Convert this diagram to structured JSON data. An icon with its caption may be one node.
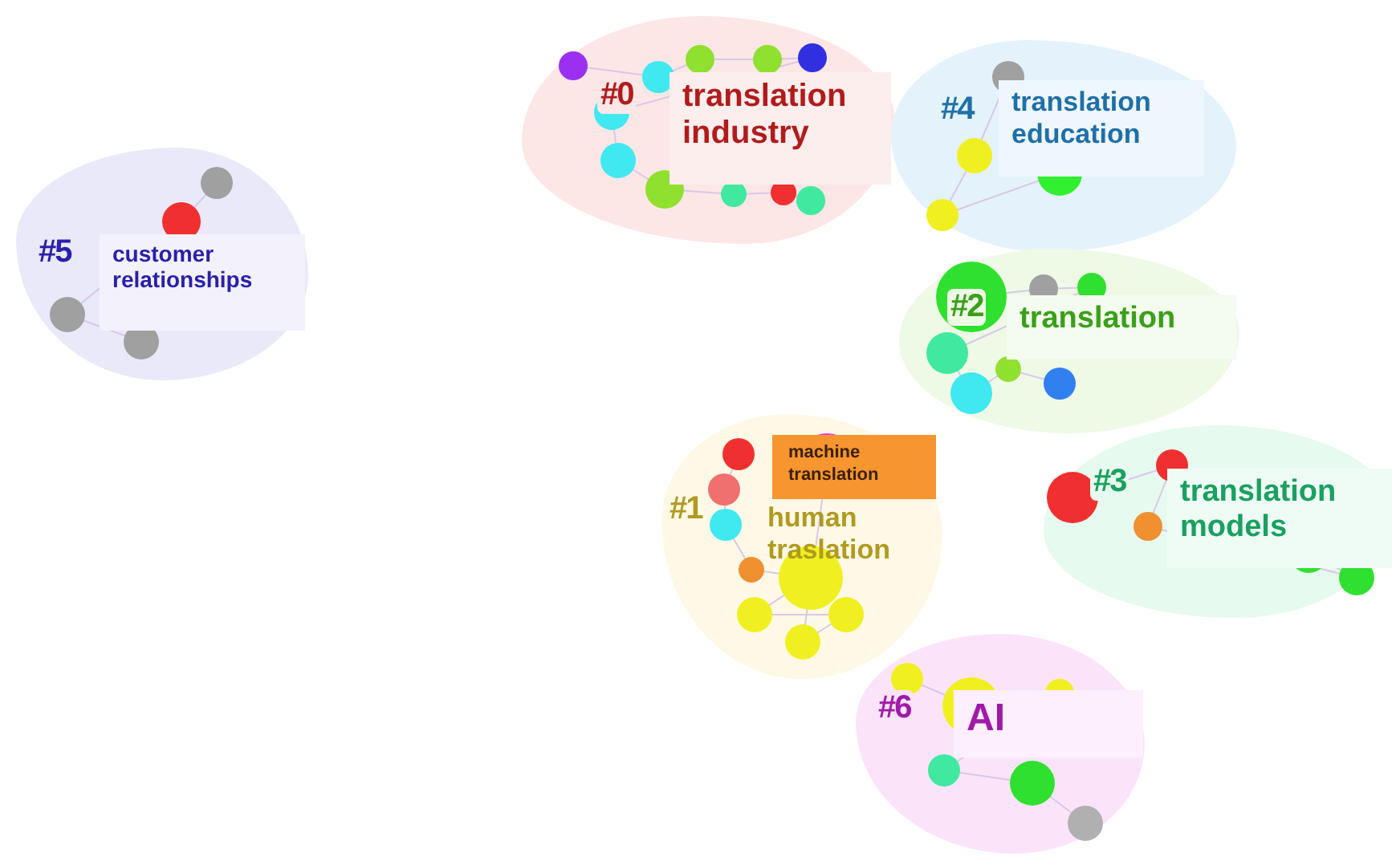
{
  "diagram": {
    "nodes": [
      {
        "text": [
          "#0",
          "translation industry"
        ]
      },
      {
        "text": [
          "#4",
          "translation education"
        ]
      },
      {
        "text": [
          "#5",
          "customer relationships"
        ]
      },
      {
        "text": [
          "#2",
          "translation"
        ]
      },
      {
        "text": [
          "#1",
          "human traslation"
        ]
      },
      {
        "text": [
          "machine translation"
        ],
        "in": 4
      },
      {
        "text": [
          "#3",
          "translation models"
        ]
      },
      {
        "text": [
          "#6",
          "AI"
        ]
      }
    ]
  }
}
